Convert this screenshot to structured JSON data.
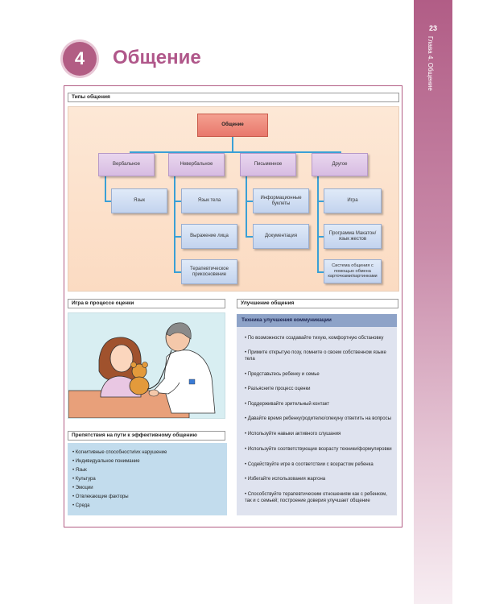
{
  "page": {
    "number": "23",
    "chapter_label": "Глава 4. Общение"
  },
  "chapter": {
    "num": "4",
    "title": "Общение"
  },
  "sections": {
    "types": "Типы общения",
    "play": "Игра в процессе оценки",
    "improve": "Улучшение общения",
    "barriers": "Препятствия на пути к эффективному общению"
  },
  "diagram": {
    "root": "Общение",
    "branches": [
      {
        "label": "Вербальное",
        "children": [
          "Язык"
        ]
      },
      {
        "label": "Невербальное",
        "children": [
          "Язык тела",
          "Выражение лица",
          "Терапевтическое прикосновение"
        ]
      },
      {
        "label": "Письменное",
        "children": [
          "Информационные буклеты",
          "Документация"
        ]
      },
      {
        "label": "Другое",
        "children": [
          "Игра",
          "Программа Макатон/ язык жестов",
          "Система общения с помощью обмена карточками/картинками"
        ]
      }
    ]
  },
  "techniques": {
    "title": "Техника улучшения коммуникации",
    "items": [
      "По возможности создавайте тихую, комфортную обстановку",
      "Примите открытую позу, помните о своем собственном языке тела",
      "Представьтесь ребенку и семье",
      "Разъясните процесс оценки",
      "Поддерживайте зрительный контакт",
      "Давайте время ребенку/родителю/опекуну ответить на вопросы",
      "Используйте навыки активного слушания",
      "Используйте соответствующие возрасту техники/формулировки",
      "Содействуйте игре в соответствии с возрастом ребенка",
      "Избегайте использования жаргона",
      "Способствуйте терапевтическим отношениям как с ребенком, так и с семьей; построение доверия улучшает общение"
    ]
  },
  "barriers": [
    "Когнитивные способности/их нарушение",
    "Индивидуальное понимание",
    "Язык",
    "Культура",
    "Эмоции",
    "Отвлекающие факторы",
    "Среда"
  ]
}
